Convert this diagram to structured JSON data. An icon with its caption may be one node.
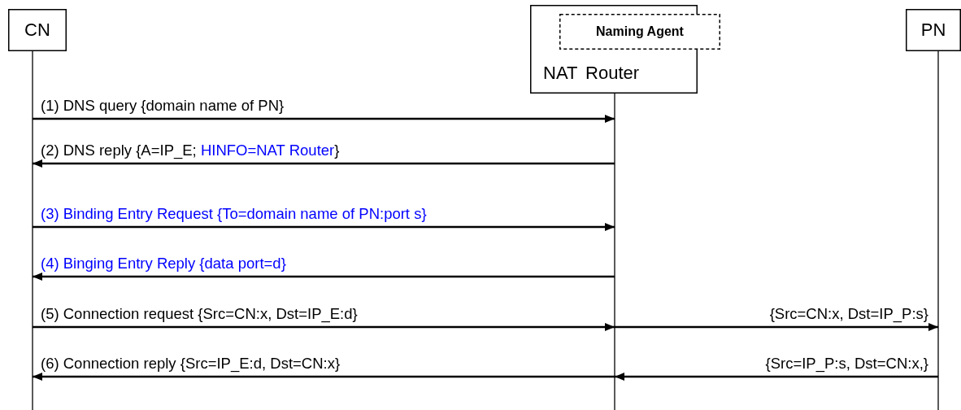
{
  "diagram": {
    "nodes": [
      {
        "text": [
          "CN"
        ]
      },
      {
        "text": [
          "NAT Router"
        ]
      },
      {
        "text": [
          "Naming Agent"
        ]
      },
      {
        "text": [
          "PN"
        ]
      }
    ],
    "edges": [
      {
        "from": 0,
        "to": 1,
        "arrow": "to",
        "label": "(1) DNS query {domain name of PN}"
      },
      {
        "from": 1,
        "to": 0,
        "arrow": "to",
        "label": "(2) DNS reply {A=IP_E; HINFO=NAT Router}"
      },
      {
        "from": 0,
        "to": 1,
        "arrow": "to",
        "label": "(3) Binding Entry Request {To=domain name of PN:port s}"
      },
      {
        "from": 1,
        "to": 0,
        "arrow": "to",
        "label": "(4) Binging Entry Reply {data port=d}"
      },
      {
        "from": 0,
        "to": 1,
        "arrow": "to",
        "label": "(5) Connection request {Src=CN:x, Dst=IP_E:d}"
      },
      {
        "from": 1,
        "to": 3,
        "arrow": "to",
        "label": "{Src=CN:x, Dst=IP_P:s}"
      },
      {
        "from": 1,
        "to": 0,
        "arrow": "to",
        "label": "(6) Connection reply {Src=IP_E:d, Dst=CN:x}"
      },
      {
        "from": 3,
        "to": 1,
        "arrow": "to",
        "label": "{Src=IP_P:s, Dst=CN:x,}"
      }
    ]
  }
}
